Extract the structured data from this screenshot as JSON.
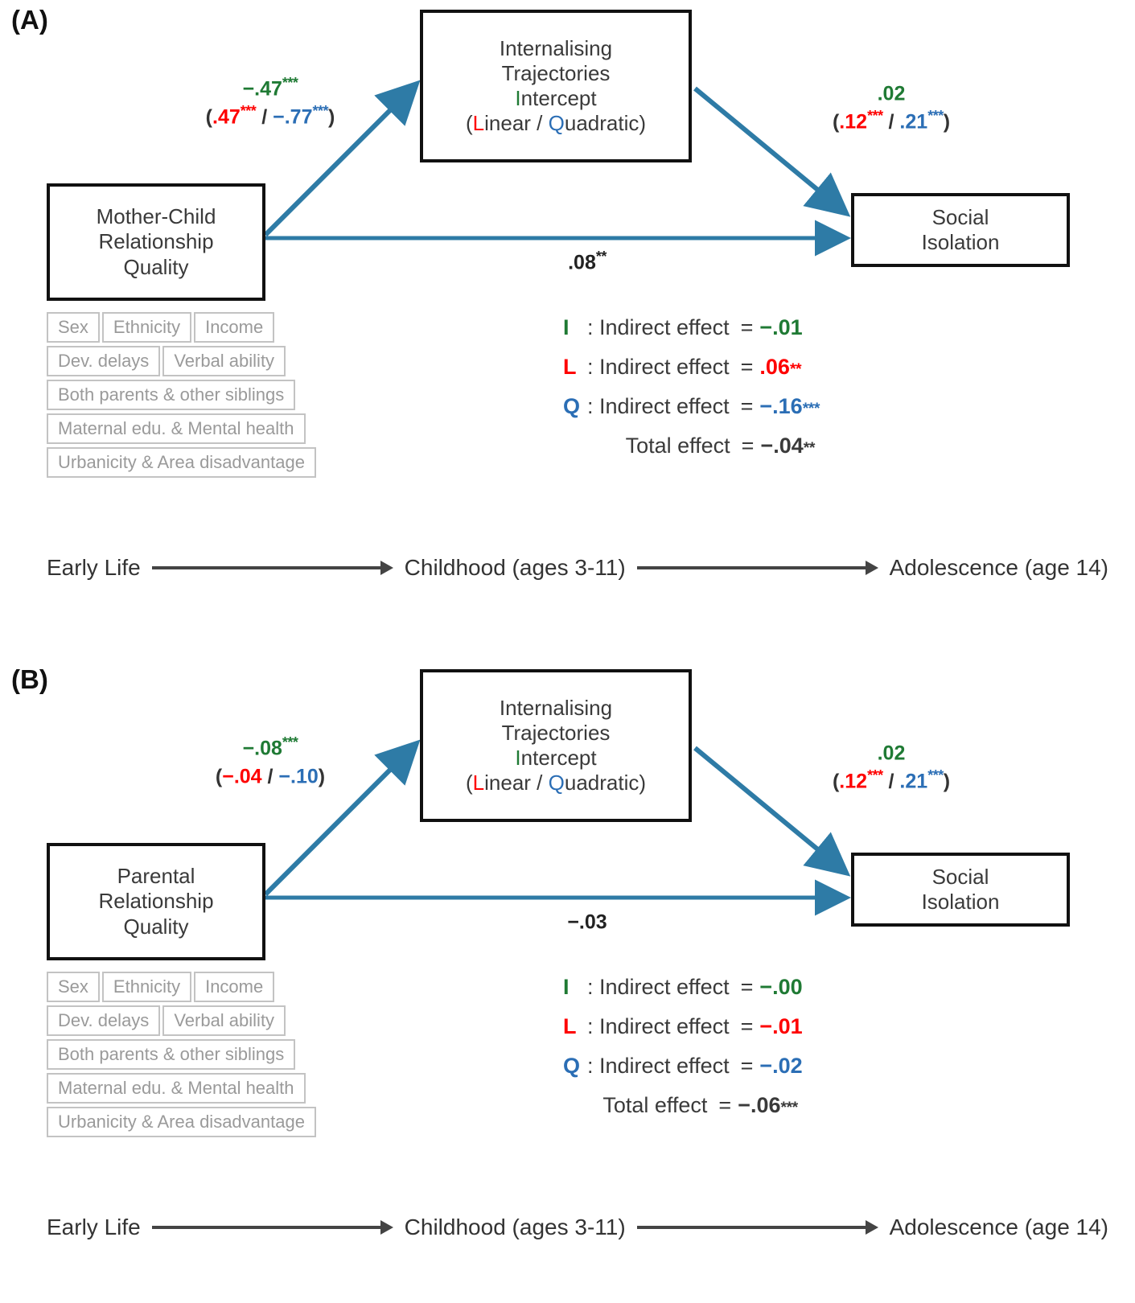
{
  "colors": {
    "intercept_green": "#1f7a34",
    "linear_red": "#fe0000",
    "quadratic_blue": "#2b6eb5",
    "arrow_blue": "#2e7ba6",
    "box_border": "#111111",
    "covariate_grey": "#9a9a9a"
  },
  "panels": [
    {
      "label": "(A)",
      "nodes": {
        "predictor": [
          "Mother-Child",
          "Relationship",
          "Quality"
        ],
        "mediator": [
          "Internalising",
          "Trajectories",
          "Intercept",
          "(Linear / Quadratic)"
        ],
        "mediator_parts": {
          "line1": "Internalising",
          "line2": "Trajectories",
          "line3_i": "I",
          "line3_rest": "ntercept",
          "line4_open": "(",
          "line4_l": "L",
          "line4_inear": "inear / ",
          "line4_q": "Q",
          "line4_uadratic": "uadratic)"
        },
        "outcome": [
          "Social",
          "Isolation"
        ]
      },
      "edges": {
        "a_path": {
          "intercept": "−.47",
          "intercept_stars": "***",
          "linear": ".47",
          "linear_stars": "***",
          "quadratic": "−.77",
          "quadratic_stars": "***"
        },
        "b_path": {
          "intercept": ".02",
          "intercept_stars": "",
          "linear": ".12",
          "linear_stars": "***",
          "quadratic": ".21",
          "quadratic_stars": "***"
        },
        "direct": {
          "value": ".08",
          "stars": "**"
        }
      },
      "effects": {
        "intercept": {
          "key": "I",
          "label": ": Indirect effect",
          "eq": "=",
          "value": "−.01",
          "stars": ""
        },
        "linear": {
          "key": "L",
          "label": ": Indirect effect",
          "eq": "=",
          "value": ".06",
          "stars": "**"
        },
        "quadratic": {
          "key": "Q",
          "label": ": Indirect effect",
          "eq": "=",
          "value": "−.16",
          "stars": "***"
        },
        "total": {
          "label": "Total effect",
          "eq": "=",
          "value": "−.04",
          "stars": "**"
        }
      },
      "covariates": [
        [
          "Sex",
          "Ethnicity",
          "Income"
        ],
        [
          "Dev. delays",
          "Verbal ability"
        ],
        [
          "Both parents & other siblings"
        ],
        [
          "Maternal edu. & Mental health"
        ],
        [
          "Urbanicity & Area disadvantage"
        ]
      ],
      "timeline": {
        "early": "Early Life",
        "childhood": "Childhood (ages 3-11)",
        "adolescence": "Adolescence (age 14)"
      }
    },
    {
      "label": "(B)",
      "nodes": {
        "predictor": [
          "Parental",
          "Relationship",
          "Quality"
        ],
        "mediator": [
          "Internalising",
          "Trajectories",
          "Intercept",
          "(Linear / Quadratic)"
        ],
        "mediator_parts": {
          "line1": "Internalising",
          "line2": "Trajectories",
          "line3_i": "I",
          "line3_rest": "ntercept",
          "line4_open": "(",
          "line4_l": "L",
          "line4_inear": "inear / ",
          "line4_q": "Q",
          "line4_uadratic": "uadratic)"
        },
        "outcome": [
          "Social",
          "Isolation"
        ]
      },
      "edges": {
        "a_path": {
          "intercept": "−.08",
          "intercept_stars": "***",
          "linear": "−.04",
          "linear_stars": "",
          "quadratic": "−.10",
          "quadratic_stars": ""
        },
        "b_path": {
          "intercept": ".02",
          "intercept_stars": "",
          "linear": ".12",
          "linear_stars": "***",
          "quadratic": ".21",
          "quadratic_stars": "***"
        },
        "direct": {
          "value": "−.03",
          "stars": ""
        }
      },
      "effects": {
        "intercept": {
          "key": "I",
          "label": ": Indirect effect",
          "eq": "=",
          "value": "−.00",
          "stars": ""
        },
        "linear": {
          "key": "L",
          "label": ": Indirect effect",
          "eq": "=",
          "value": "−.01",
          "stars": ""
        },
        "quadratic": {
          "key": "Q",
          "label": ": Indirect effect",
          "eq": "=",
          "value": "−.02",
          "stars": ""
        },
        "total": {
          "label": "Total effect",
          "eq": "=",
          "value": "−.06",
          "stars": "***"
        }
      },
      "covariates": [
        [
          "Sex",
          "Ethnicity",
          "Income"
        ],
        [
          "Dev. delays",
          "Verbal ability"
        ],
        [
          "Both parents & other siblings"
        ],
        [
          "Maternal edu. & Mental health"
        ],
        [
          "Urbanicity & Area disadvantage"
        ]
      ],
      "timeline": {
        "early": "Early Life",
        "childhood": "Childhood (ages 3-11)",
        "adolescence": "Adolescence (age 14)"
      }
    }
  ]
}
